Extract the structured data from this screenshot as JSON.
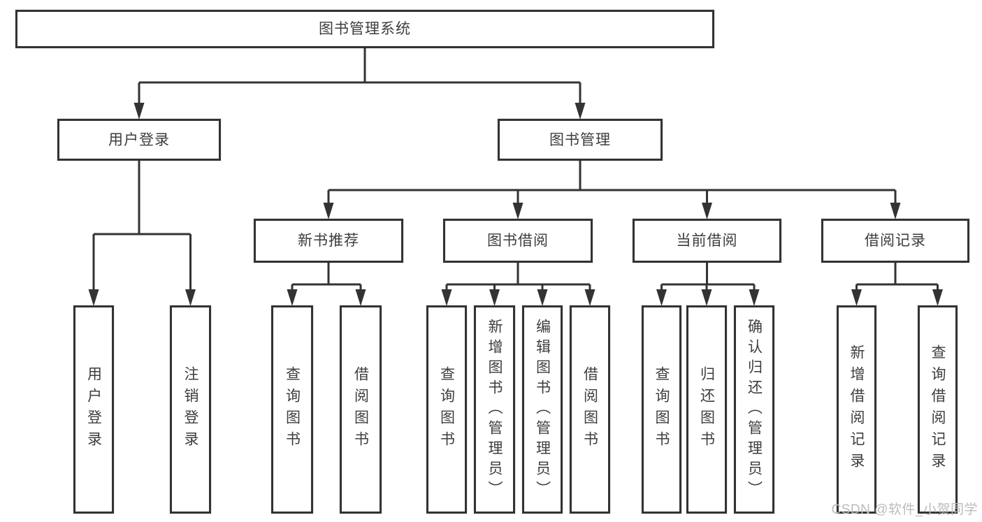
{
  "diagram": {
    "type": "hierarchy-tree",
    "tree": {
      "label": "图书管理系统",
      "children": [
        {
          "label": "用户登录",
          "children": [
            {
              "label": "用户登录"
            },
            {
              "label": "注销登录"
            }
          ]
        },
        {
          "label": "图书管理",
          "children": [
            {
              "label": "新书推荐",
              "children": [
                {
                  "label": "查询图书"
                },
                {
                  "label": "借阅图书"
                }
              ]
            },
            {
              "label": "图书借阅",
              "children": [
                {
                  "label": "查询图书"
                },
                {
                  "label": "新增图书（管理员）"
                },
                {
                  "label": "编辑图书（管理员）"
                },
                {
                  "label": "借阅图书"
                }
              ]
            },
            {
              "label": "当前借阅",
              "children": [
                {
                  "label": "查询图书"
                },
                {
                  "label": "归还图书"
                },
                {
                  "label": "确认归还（管理员）"
                }
              ]
            },
            {
              "label": "借阅记录",
              "children": [
                {
                  "label": "新增借阅记录"
                },
                {
                  "label": "查询借阅记录"
                }
              ]
            }
          ]
        }
      ]
    }
  },
  "watermark": {
    "text": "CSDN @软件_小贺同学"
  },
  "colors": {
    "line": "#333333",
    "text": "#3d3d3d",
    "box_background": "#ffffff",
    "watermark": "#bcbcbc",
    "background": "#ffffff"
  }
}
